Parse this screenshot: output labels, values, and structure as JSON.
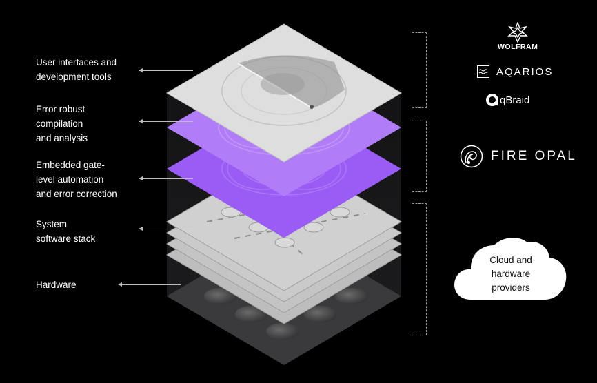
{
  "layers": [
    {
      "label": "User interfaces and\ndevelopment tools"
    },
    {
      "label": "Error robust\ncompilation\nand analysis"
    },
    {
      "label": "Embedded gate-\nlevel automation\nand error correction"
    },
    {
      "label": "System\nsoftware stack"
    },
    {
      "label": "Hardware"
    }
  ],
  "logos": {
    "wolfram": "WOLFRAM",
    "aqarios": "AQARIOS",
    "qbraid": "qBraid",
    "fire_opal": "FIRE OPAL"
  },
  "cloud": {
    "text": "Cloud and\nhardware\nproviders"
  },
  "colors": {
    "background": "#000000",
    "top_layer": "#d9d9d9",
    "purple_light": "#b07cf7",
    "purple": "#9b5cf5",
    "grey_layer": "#c8c8c8",
    "hardware": "#3a3a3c"
  }
}
